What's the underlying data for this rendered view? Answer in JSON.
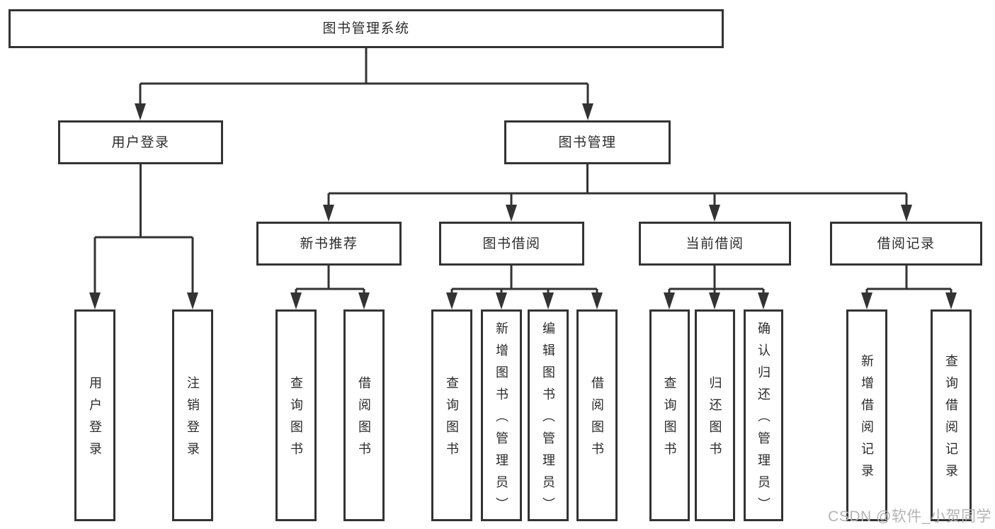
{
  "nodes": {
    "root": "图书管理系统",
    "level2": {
      "user_login": "用户登录",
      "book_mgmt": "图书管理"
    },
    "level3": {
      "new_books": "新书推荐",
      "book_borrow": "图书借阅",
      "current_borrow": "当前借阅",
      "borrow_records": "借阅记录"
    },
    "leaves": {
      "user_login": "用户登录",
      "logout": "注销登录",
      "nb_query": "查询图书",
      "nb_borrow": "借阅图书",
      "bb_query": "查询图书",
      "bb_add": "新增图书（管理员）",
      "bb_edit": "编辑图书（管理员）",
      "bb_borrow": "借阅图书",
      "cb_query": "查询图书",
      "cb_return": "归还图书",
      "cb_confirm": "确认归还（管理员）",
      "br_add": "新增借阅记录",
      "br_query": "查询借阅记录"
    }
  },
  "watermark": "CSDN @软件_小贺同学",
  "colors": {
    "line": "#333333",
    "box_border": "#333333",
    "text": "#2b2b2b",
    "watermark": "#b3b3b3",
    "background": "#ffffff"
  }
}
